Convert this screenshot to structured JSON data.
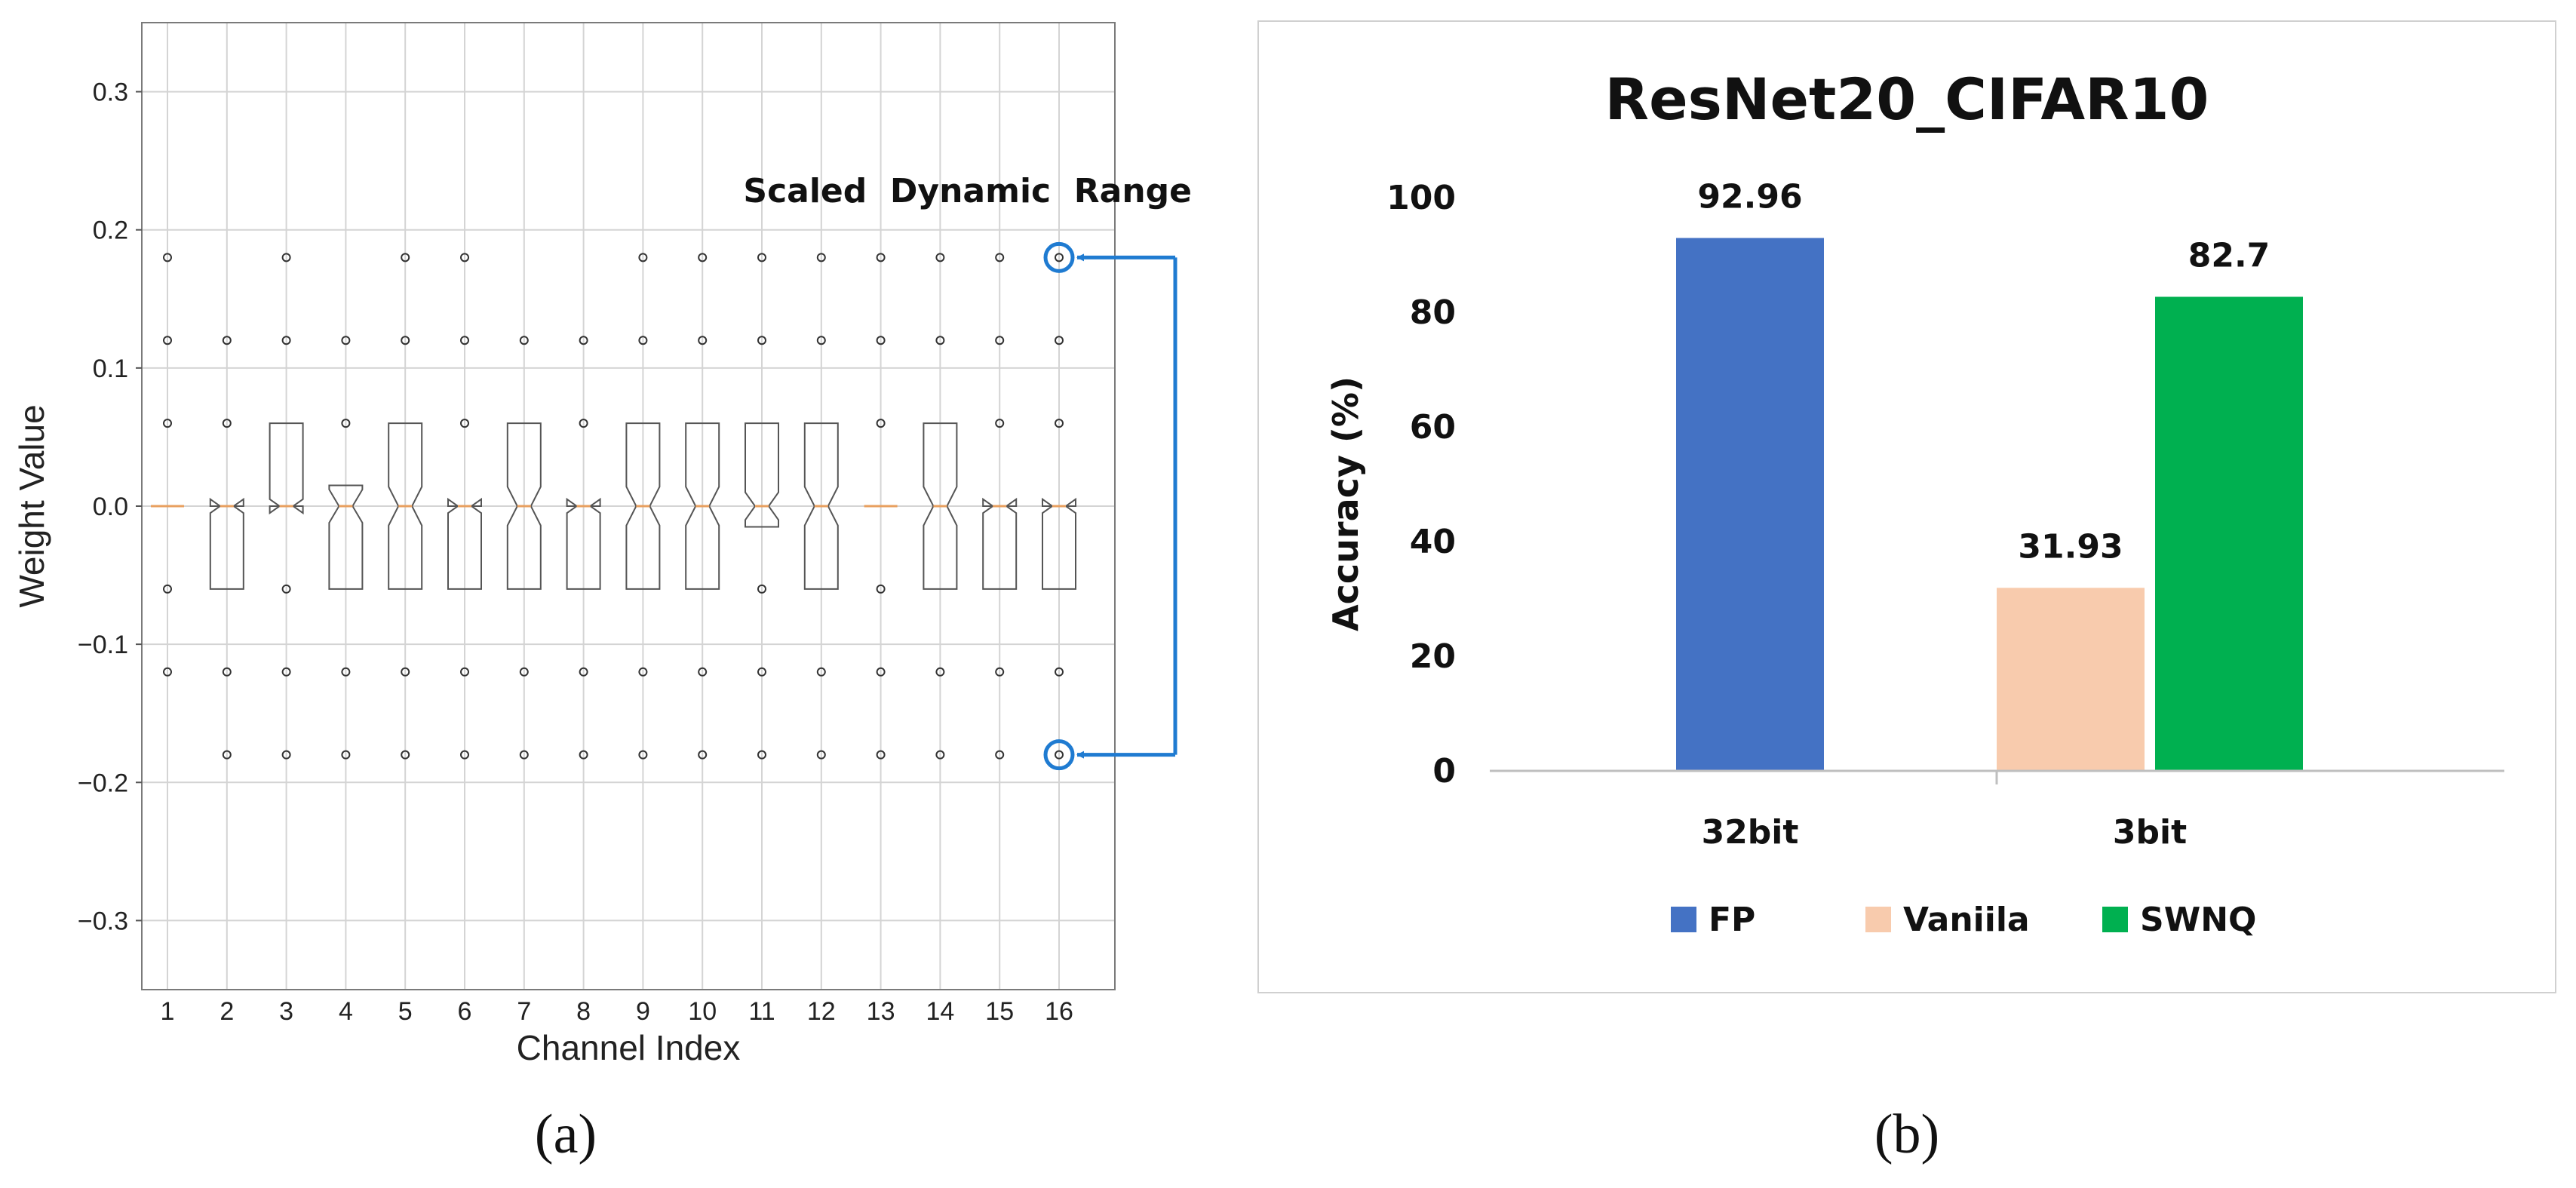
{
  "panel_a": {
    "caption": "(a)",
    "annotation": "Scaled  Dynamic  Range",
    "colors": {
      "box": "#555555",
      "median": "#e8a060",
      "grid": "#d4d4d4",
      "annotation": "#1f7bd1"
    }
  },
  "panel_b": {
    "caption": "(b)",
    "colors": {
      "FP": "#4472c4",
      "Vaniila": "#f8cbad",
      "SWNQ": "#00b050"
    }
  },
  "chart_data": [
    {
      "type": "box",
      "title": "",
      "xlabel": "Channel Index",
      "ylabel": "Weight Value",
      "ylim": [
        -0.35,
        0.35
      ],
      "yticks": [
        "0.3",
        "0.2",
        "0.1",
        "0.0",
        "−0.1",
        "−0.2",
        "−0.3"
      ],
      "ytick_values": [
        0.3,
        0.2,
        0.1,
        0.0,
        -0.1,
        -0.2,
        -0.3
      ],
      "categories": [
        "1",
        "2",
        "3",
        "4",
        "5",
        "6",
        "7",
        "8",
        "9",
        "10",
        "11",
        "12",
        "13",
        "14",
        "15",
        "16"
      ],
      "notched": true,
      "grid": true,
      "boxes": [
        {
          "q1": 0.0,
          "median": 0.0,
          "q3": 0.0,
          "notch": [
            0.0,
            0.0
          ],
          "outliers": [
            0.18,
            0.12,
            0.06,
            -0.06,
            -0.12
          ]
        },
        {
          "q1": -0.06,
          "median": 0.0,
          "q3": 0.0,
          "notch": [
            -0.005,
            0.005
          ],
          "outliers": [
            0.12,
            0.06,
            -0.12,
            -0.18
          ]
        },
        {
          "q1": 0.0,
          "median": 0.0,
          "q3": 0.06,
          "notch": [
            -0.005,
            0.005
          ],
          "outliers": [
            0.18,
            0.12,
            -0.06,
            -0.12,
            -0.18
          ]
        },
        {
          "q1": -0.06,
          "median": 0.0,
          "q3": 0.015,
          "notch": [
            -0.012,
            0.012
          ],
          "outliers": [
            0.12,
            0.06,
            -0.12,
            -0.18
          ]
        },
        {
          "q1": -0.06,
          "median": 0.0,
          "q3": 0.06,
          "notch": [
            -0.014,
            0.014
          ],
          "outliers": [
            0.18,
            0.12,
            -0.12,
            -0.18
          ]
        },
        {
          "q1": -0.06,
          "median": 0.0,
          "q3": 0.0,
          "notch": [
            -0.005,
            0.005
          ],
          "outliers": [
            0.18,
            0.12,
            0.06,
            -0.12,
            -0.18
          ]
        },
        {
          "q1": -0.06,
          "median": 0.0,
          "q3": 0.06,
          "notch": [
            -0.014,
            0.014
          ],
          "outliers": [
            0.12,
            -0.12,
            -0.18
          ]
        },
        {
          "q1": -0.06,
          "median": 0.0,
          "q3": 0.0,
          "notch": [
            -0.005,
            0.005
          ],
          "outliers": [
            0.12,
            0.06,
            -0.12,
            -0.18
          ]
        },
        {
          "q1": -0.06,
          "median": 0.0,
          "q3": 0.06,
          "notch": [
            -0.014,
            0.014
          ],
          "outliers": [
            0.18,
            0.12,
            -0.12,
            -0.18
          ]
        },
        {
          "q1": -0.06,
          "median": 0.0,
          "q3": 0.06,
          "notch": [
            -0.014,
            0.014
          ],
          "outliers": [
            0.18,
            0.12,
            -0.12,
            -0.18
          ]
        },
        {
          "q1": -0.015,
          "median": 0.0,
          "q3": 0.06,
          "notch": [
            -0.01,
            0.01
          ],
          "outliers": [
            0.18,
            0.12,
            -0.06,
            -0.12,
            -0.18
          ]
        },
        {
          "q1": -0.06,
          "median": 0.0,
          "q3": 0.06,
          "notch": [
            -0.014,
            0.014
          ],
          "outliers": [
            0.18,
            0.12,
            -0.12,
            -0.18
          ]
        },
        {
          "q1": 0.0,
          "median": 0.0,
          "q3": 0.0,
          "notch": [
            0.0,
            0.0
          ],
          "outliers": [
            0.18,
            0.12,
            0.06,
            -0.06,
            -0.12,
            -0.18
          ]
        },
        {
          "q1": -0.06,
          "median": 0.0,
          "q3": 0.06,
          "notch": [
            -0.014,
            0.014
          ],
          "outliers": [
            0.18,
            0.12,
            -0.12,
            -0.18
          ]
        },
        {
          "q1": -0.06,
          "median": 0.0,
          "q3": 0.0,
          "notch": [
            -0.005,
            0.005
          ],
          "outliers": [
            0.18,
            0.12,
            0.06,
            -0.12,
            -0.18
          ]
        },
        {
          "q1": -0.06,
          "median": 0.0,
          "q3": 0.0,
          "notch": [
            -0.005,
            0.005
          ],
          "outliers": [
            0.18,
            0.12,
            0.06,
            -0.12,
            -0.18
          ]
        }
      ],
      "highlight": {
        "channel": "16",
        "values": [
          0.18,
          -0.18
        ]
      }
    },
    {
      "type": "bar",
      "title": "ResNet20_CIFAR10",
      "xlabel": "",
      "ylabel": "Accuracy (%)",
      "ylim": [
        0,
        100
      ],
      "yticks": [
        0,
        20,
        40,
        60,
        80,
        100
      ],
      "categories": [
        "32bit",
        "3bit"
      ],
      "series": [
        {
          "name": "FP",
          "values": [
            92.96,
            null
          ],
          "labels": [
            "92.96",
            ""
          ]
        },
        {
          "name": "Vaniila",
          "values": [
            null,
            31.93
          ],
          "labels": [
            "",
            "31.93"
          ]
        },
        {
          "name": "SWNQ",
          "values": [
            null,
            82.7
          ],
          "labels": [
            "",
            "82.7"
          ]
        }
      ],
      "legend": "bottom",
      "grid": false
    }
  ]
}
